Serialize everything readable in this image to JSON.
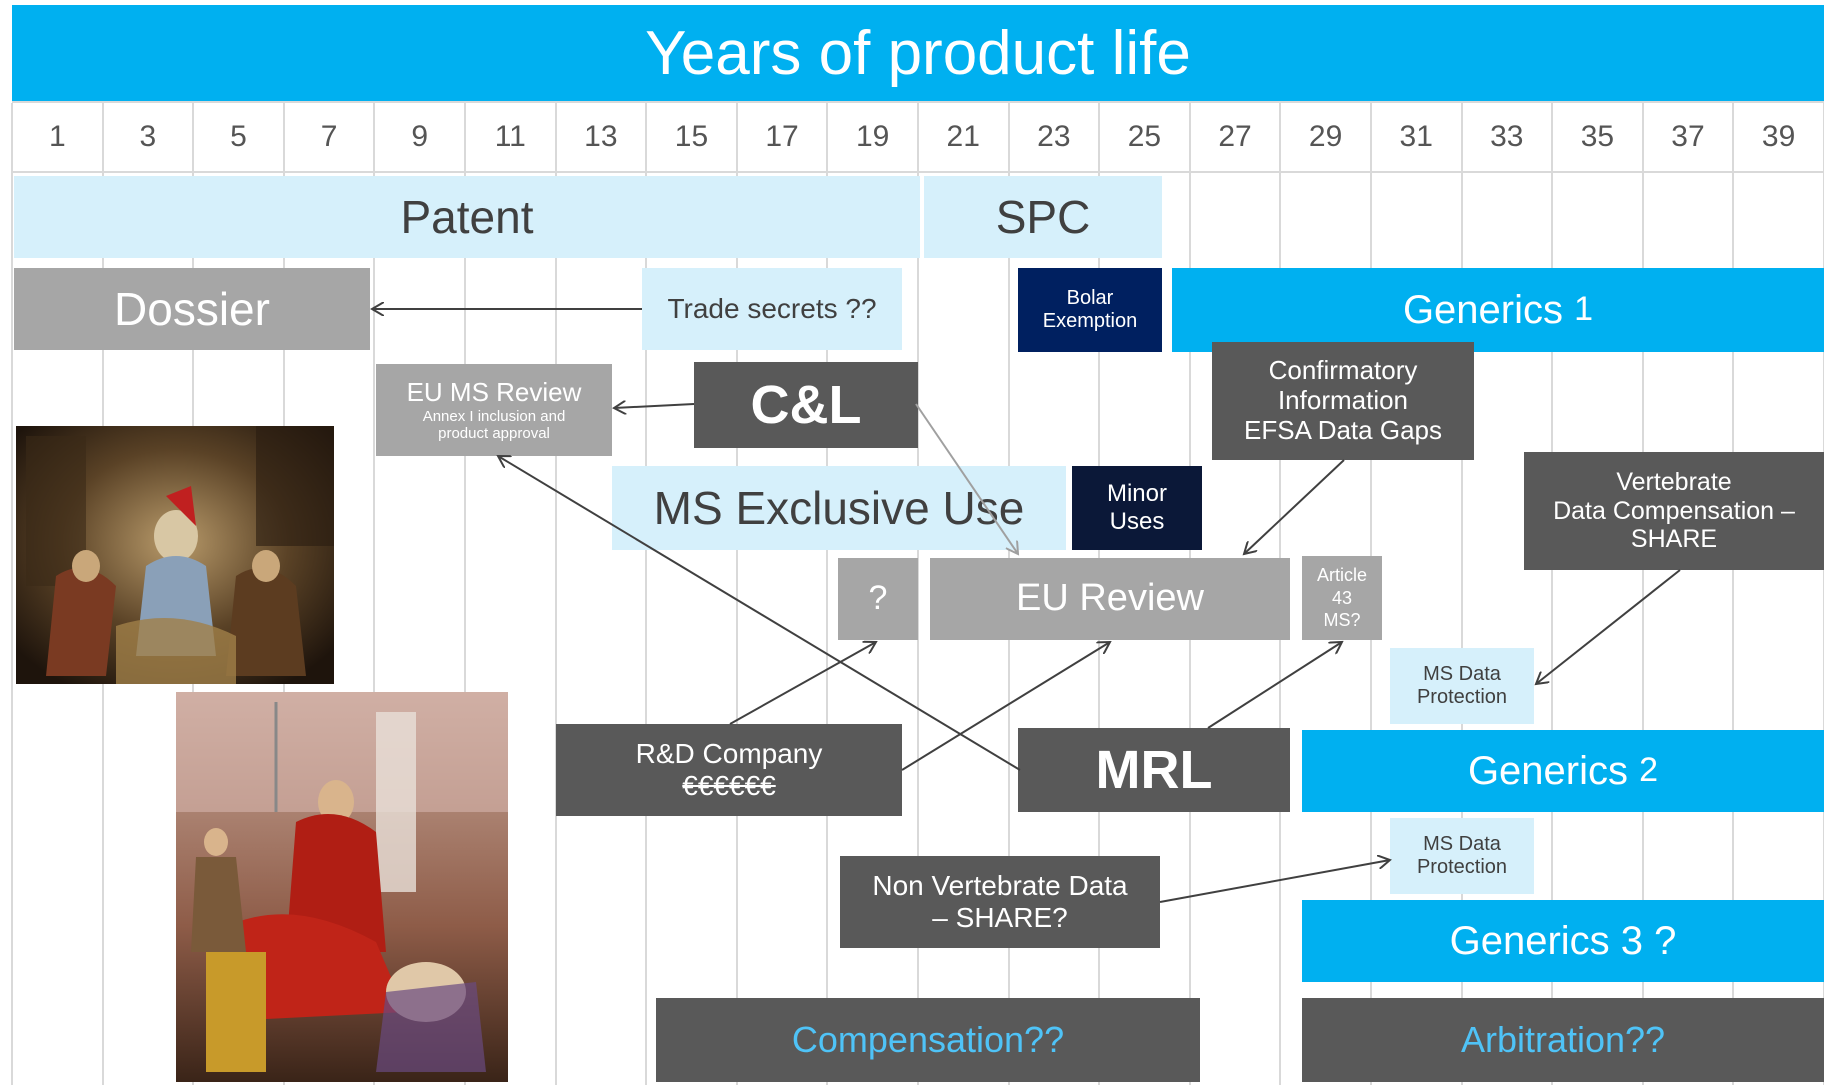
{
  "title": "Years of product life",
  "years": [
    "1",
    "3",
    "5",
    "7",
    "9",
    "11",
    "13",
    "15",
    "17",
    "19",
    "21",
    "23",
    "25",
    "27",
    "29",
    "31",
    "33",
    "35",
    "37",
    "39"
  ],
  "boxes": {
    "patent": "Patent",
    "spc": "SPC",
    "dossier": "Dossier",
    "trade_secrets": "Trade secrets ??",
    "bolar_line1": "Bolar",
    "bolar_line2": "Exemption",
    "generics1_main": "Generics",
    "generics1_num": "1",
    "eu_ms_review_title": "EU MS Review",
    "eu_ms_review_sub1": "Annex I inclusion and",
    "eu_ms_review_sub2": "product approval",
    "cl": "C&L",
    "confirm_line1": "Confirmatory",
    "confirm_line2": "Information",
    "confirm_line3": "EFSA Data Gaps",
    "ms_exclusive_use": "MS Exclusive Use",
    "minor_line1": "Minor",
    "minor_line2": "Uses",
    "vertebrate_line1": "Vertebrate",
    "vertebrate_line2": "Data Compensation –",
    "vertebrate_line3": "SHARE",
    "question": "?",
    "eu_review": "EU Review",
    "article_line1": "Article",
    "article_line2": "43",
    "article_line3": "MS?",
    "ms_data_protection_1_line1": "MS Data",
    "ms_data_protection_1_line2": "Protection",
    "rd_line1": "R&D Company",
    "rd_line2": "€€€€€€",
    "mrl": "MRL",
    "generics2_main": "Generics",
    "generics2_num": "2",
    "ms_data_protection_2_line1": "MS Data",
    "ms_data_protection_2_line2": "Protection",
    "nonvert_line1": "Non Vertebrate Data",
    "nonvert_line2": "– SHARE?",
    "generics3": "Generics 3 ?",
    "compensation": "Compensation??",
    "arbitration": "Arbitration??"
  },
  "colors": {
    "cyan": "#00b0f0",
    "light_blue": "#d6f0fb",
    "grey": "#a6a6a6",
    "dark_grey": "#595959",
    "navy": "#002060",
    "link_text": "#4fc3f7"
  },
  "images": {
    "painting_1": "painting-crowd-scene",
    "painting_2": "painting-throne-scene"
  }
}
